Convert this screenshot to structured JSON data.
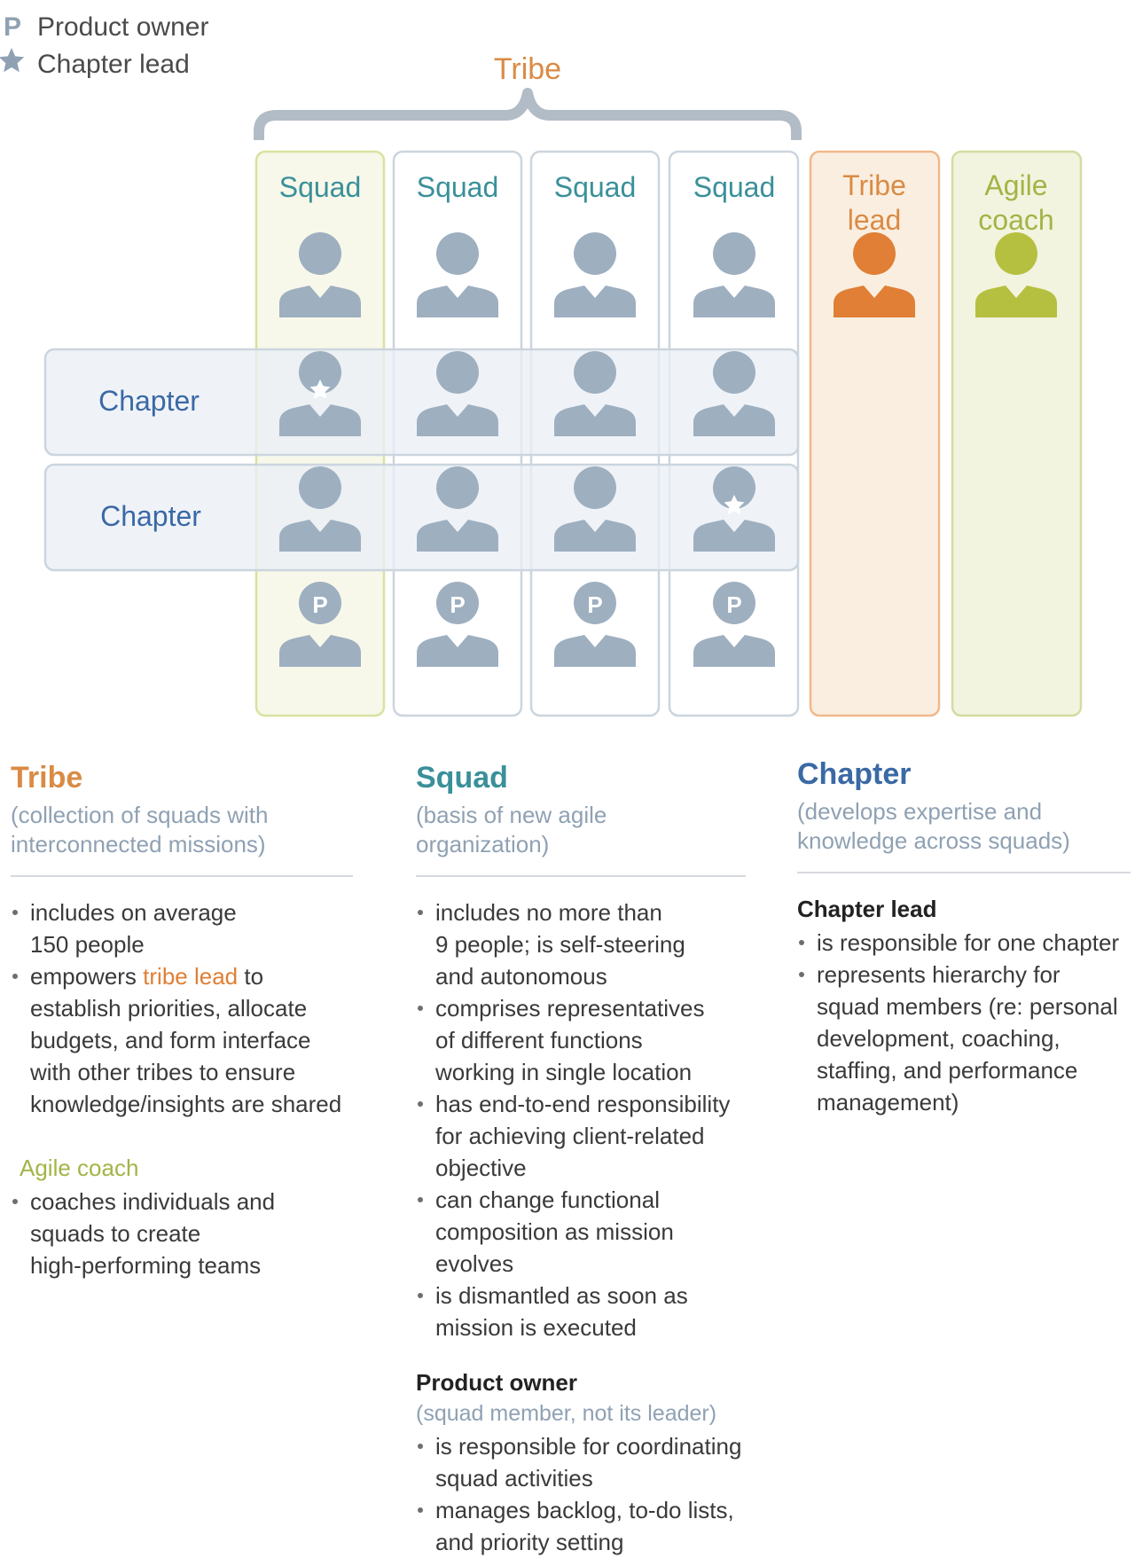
{
  "legend": {
    "product_owner_symbol": "P",
    "product_owner_label": "Product owner",
    "chapter_lead_label": "Chapter lead"
  },
  "diagram": {
    "tribe_label": "Tribe",
    "squad_label": "Squad",
    "chapter_label": "Chapter",
    "tribe_lead_label_line1": "Tribe",
    "tribe_lead_label_line2": "lead",
    "agile_coach_label_line1": "Agile",
    "agile_coach_label_line2": "coach",
    "product_owner_badge": "P"
  },
  "colors": {
    "tribe_orange": "#d98b45",
    "squad_teal": "#3a9099",
    "chapter_blue": "#3a69a5",
    "agile_green": "#a3b446",
    "person_gray": "#9eafc0",
    "tribe_lead_fill": "#e07f35",
    "agile_coach_fill": "#b6c040"
  },
  "tribe_col": {
    "title": "Tribe",
    "subtitle_1": "(collection of squads with",
    "subtitle_2": "interconnected missions)",
    "b1_l1": "includes on average",
    "b1_l2": "150 people",
    "b2_l1_pre": "empowers ",
    "b2_l1_hl": "tribe lead",
    "b2_l1_post": " to",
    "b2_l2": "establish priorities, allocate",
    "b2_l3": "budgets, and form interface",
    "b2_l4": "with other tribes to ensure",
    "b2_l5": "knowledge/insights are shared",
    "agile_heading": "Agile coach",
    "a1_l1": "coaches individuals and",
    "a1_l2": "squads to create",
    "a1_l3": "high-performing teams"
  },
  "squad_col": {
    "title": "Squad",
    "subtitle_1": "(basis of new agile",
    "subtitle_2": "organization)",
    "b1_l1": "includes no more than",
    "b1_l2": "9 people; is self-steering",
    "b1_l3": "and autonomous",
    "b2_l1": "comprises representatives",
    "b2_l2": "of different functions",
    "b2_l3": "working in single location",
    "b3_l1": "has end-to-end responsibility",
    "b3_l2": "for achieving client-related",
    "b3_l3": "objective",
    "b4_l1": "can change functional",
    "b4_l2": "composition as mission",
    "b4_l3": "evolves",
    "b5_l1": "is dismantled as soon as",
    "b5_l2": "mission is executed",
    "po_heading": "Product owner",
    "po_note": "(squad member, not its leader)",
    "p1_l1": "is responsible for coordinating",
    "p1_l2": "squad activities",
    "p2_l1": "manages backlog, to-do lists,",
    "p2_l2": "and priority setting"
  },
  "chapter_col": {
    "title": "Chapter",
    "subtitle_1": "(develops expertise and",
    "subtitle_2": "knowledge across squads)",
    "lead_heading": "Chapter lead",
    "c1_l1": "is responsible for one chapter",
    "c2_l1": "represents hierarchy for",
    "c2_l2": "squad members (re: personal",
    "c2_l3": "development, coaching,",
    "c2_l4": "staffing, and performance",
    "c2_l5": "management)"
  }
}
